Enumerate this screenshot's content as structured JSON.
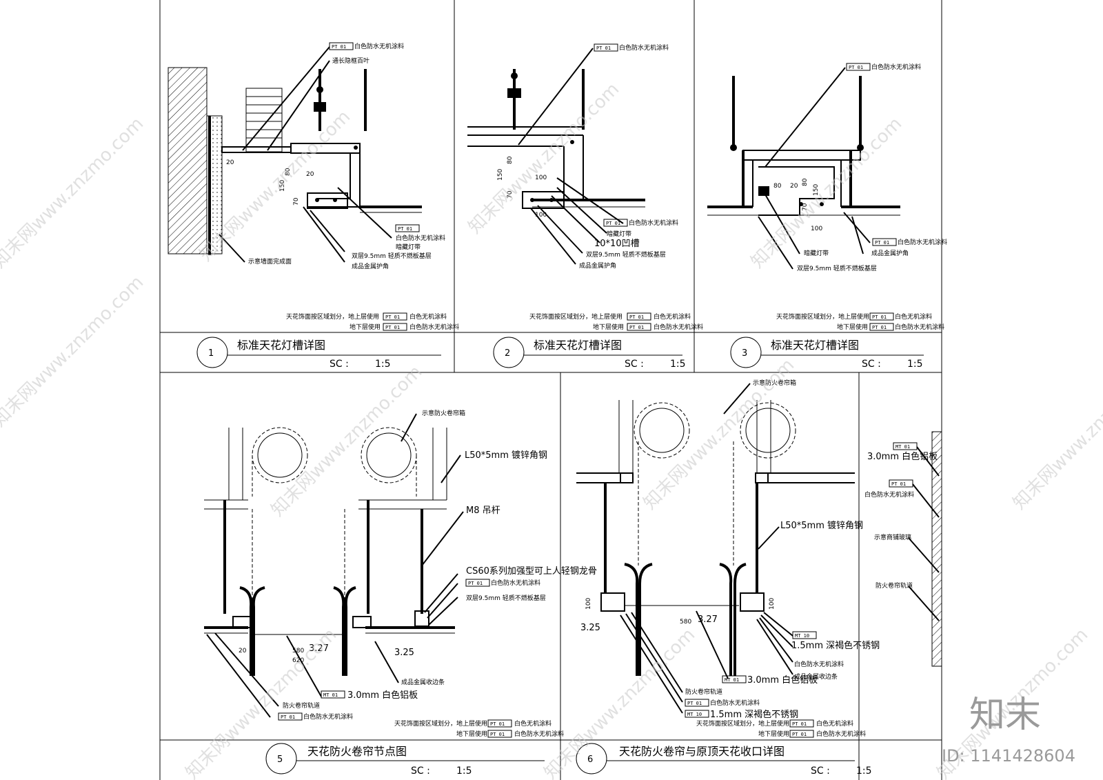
{
  "colors": {
    "line": "#000000",
    "watermark": "#c8c8c8",
    "logo": "#9a9a9a"
  },
  "tags": {
    "pt": "PT 01",
    "mt": "MT 01",
    "mt10": "MT 10"
  },
  "common": {
    "finish_note_1": "天花饰面按区域划分，地上层使用",
    "finish_note_1_tail": "白色无机涂料",
    "finish_note_2": "地下层使用",
    "finish_note_2_tail": "白色防水无机涂料",
    "white_waterproof": "白色防水无机涂料",
    "scale_label": "SC :",
    "scale_value": "1:5"
  },
  "details": [
    {
      "number": "1",
      "title": "标准天花灯槽详图",
      "labels": {
        "top": "白色防水无机涂料",
        "louver": "通长隐框百叶",
        "tag_right": "白色防水无机涂料",
        "light": "暗藏灯带",
        "board": "双层9.5mm 轻质不燃板基层",
        "corner": "成品金属护角",
        "wall": "示意墙面完成面"
      },
      "dims": [
        "80",
        "20",
        "150",
        "70",
        "20"
      ]
    },
    {
      "number": "2",
      "title": "标准天花灯槽详图",
      "labels": {
        "top": "白色防水无机涂料",
        "tag_right": "白色防水无机涂料",
        "light": "暗藏灯带",
        "groove": "10*10凹槽",
        "board": "双层9.5mm 轻质不燃板基层",
        "corner": "成品金属护角"
      },
      "dims": [
        "80",
        "150",
        "70",
        "100",
        "100"
      ]
    },
    {
      "number": "3",
      "title": "标准天花灯槽详图",
      "labels": {
        "top": "白色防水无机涂料",
        "light": "暗藏灯带",
        "board": "双层9.5mm 轻质不燃板基层",
        "tag_right": "白色防水无机涂料",
        "corner": "成品金属护角"
      },
      "dims": [
        "80",
        "20",
        "80",
        "150",
        "70",
        "100"
      ]
    },
    {
      "number": "5",
      "title": "天花防火卷帘节点图",
      "labels": {
        "box": "示意防火卷帘箱",
        "angle": "L50*5mm 镀锌角钢",
        "rod": "M8 吊杆",
        "keel": "CS60系列加强型可上人轻钢龙骨",
        "paint": "白色防水无机涂料",
        "board": "双层9.5mm 轻质不燃板基层",
        "edge": "成品金属收边条",
        "alu": "3.0mm 白色铝板",
        "track": "防火卷帘轨道",
        "paint2": "白色防水无机涂料"
      },
      "dims": [
        "20",
        "580",
        "620",
        "3.27",
        "3.25"
      ]
    },
    {
      "number": "6",
      "title": "天花防火卷帘与原顶天花收口详图",
      "labels": {
        "box": "示意防火卷帘箱",
        "angle": "L50*5mm 镀锌角钢",
        "steel": "1.5mm 深褐色不锈钢",
        "paint": "白色防水无机涂料",
        "edge": "成品金属收边条",
        "alu": "3.0mm 白色铝板",
        "track": "防火卷帘轨道",
        "paint2": "白色防水无机涂料",
        "steel2": "1.5mm 深褐色不锈钢"
      },
      "dims": [
        "100",
        "580",
        "3.27",
        "3.25",
        "100"
      ]
    }
  ],
  "side": {
    "alu": "3.0mm 白色铝板",
    "paint": "白色防水无机涂料",
    "glass": "示意商铺玻璃",
    "track": "防火卷帘轨道"
  },
  "watermark": {
    "text": "知末网www.znzmo.com"
  },
  "logo": {
    "text": "知末",
    "id": "ID: 1141428604"
  }
}
